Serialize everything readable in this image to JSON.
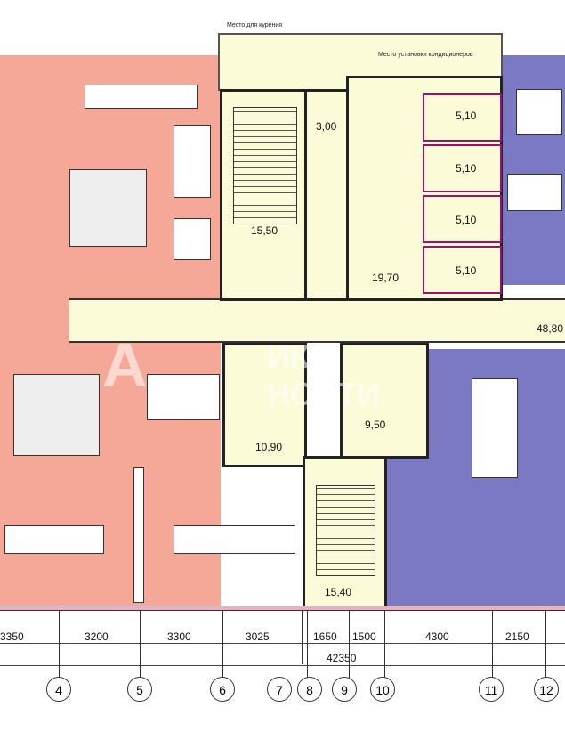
{
  "labels": {
    "smoking_area": "Место для курения",
    "ac_area": "Место установки кондиционеров"
  },
  "rooms": {
    "stair_top": "15,50",
    "vestibule": "3,00",
    "cab1": "5,10",
    "cab2": "5,10",
    "cab3": "5,10",
    "cab4": "5,10",
    "hall": "19,70",
    "corridor": "48,80",
    "wc_left": "10,90",
    "wc_right": "9,50",
    "stair_bottom": "15,40"
  },
  "dimensions": {
    "d1": "3350",
    "d2": "3200",
    "d3": "3300",
    "d4": "3025",
    "d5": "1650",
    "d6": "1500",
    "d7": "4300",
    "d8": "2150",
    "total": "42350"
  },
  "axes": [
    "4",
    "5",
    "6",
    "7",
    "8",
    "9",
    "10",
    "11",
    "12"
  ],
  "watermark": "Альянс Справочник недвижимости",
  "colors": {
    "office_left": "#f6a898",
    "office_right": "#7b78c4",
    "common": "#fbfbd8"
  }
}
